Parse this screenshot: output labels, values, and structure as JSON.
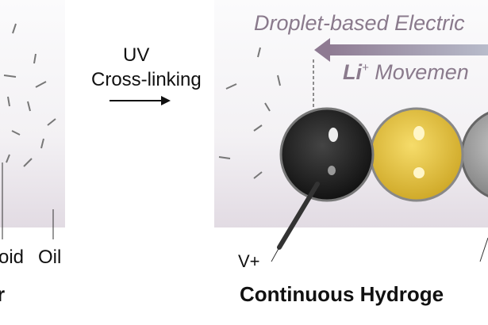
{
  "left_panel": {
    "label_partial": "oid",
    "label_oil": "Oil",
    "title_partial": "r"
  },
  "process": {
    "line1": "UV",
    "line2": "Cross-linking"
  },
  "right_panel": {
    "header": "Droplet-based Electric",
    "ion_label_main": "Li",
    "ion_label_sup": "+",
    "ion_label_rest": " Movemen",
    "electrode_label": "V+",
    "title_partial": "Continuous Hydroge"
  },
  "colors": {
    "arrow": "#9a8aa0",
    "header_text": "#8a7a8c",
    "droplet_black": "#1a1a1a",
    "droplet_yellow": "#e6c240",
    "droplet_gray": "#a0a0a0"
  }
}
